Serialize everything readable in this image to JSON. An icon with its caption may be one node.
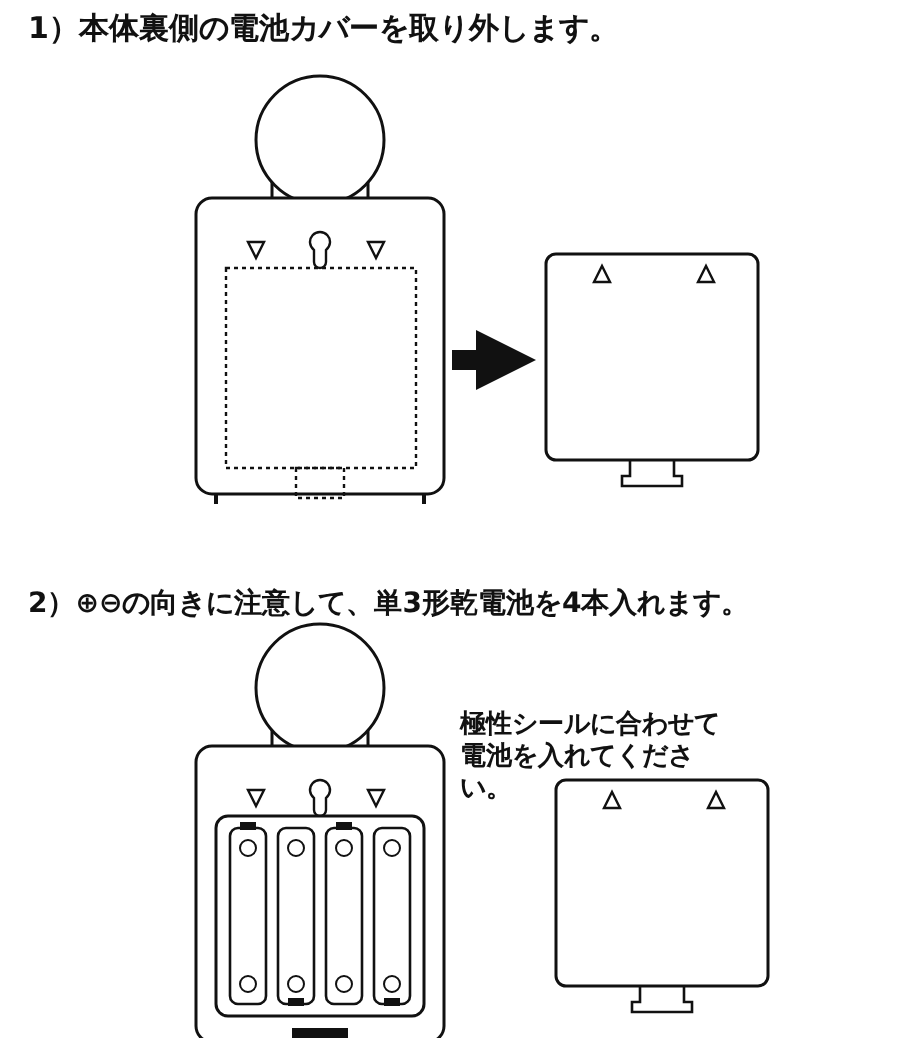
{
  "diagram": {
    "nodes": [
      {
        "text": [],
        "shape": "picture"
      },
      {
        "text": [],
        "shape": "box"
      }
    ],
    "edges": [
      {
        "from": 0,
        "to": 1,
        "arrow": "to"
      }
    ],
    "labels": [
      "1）本体裏側の電池カバーを取り外します。",
      "2）⊕⊖の向きに注意して、単3形乾電池を4本入れます。",
      "極性シールに合わせて電池を入れてください。"
    ]
  }
}
